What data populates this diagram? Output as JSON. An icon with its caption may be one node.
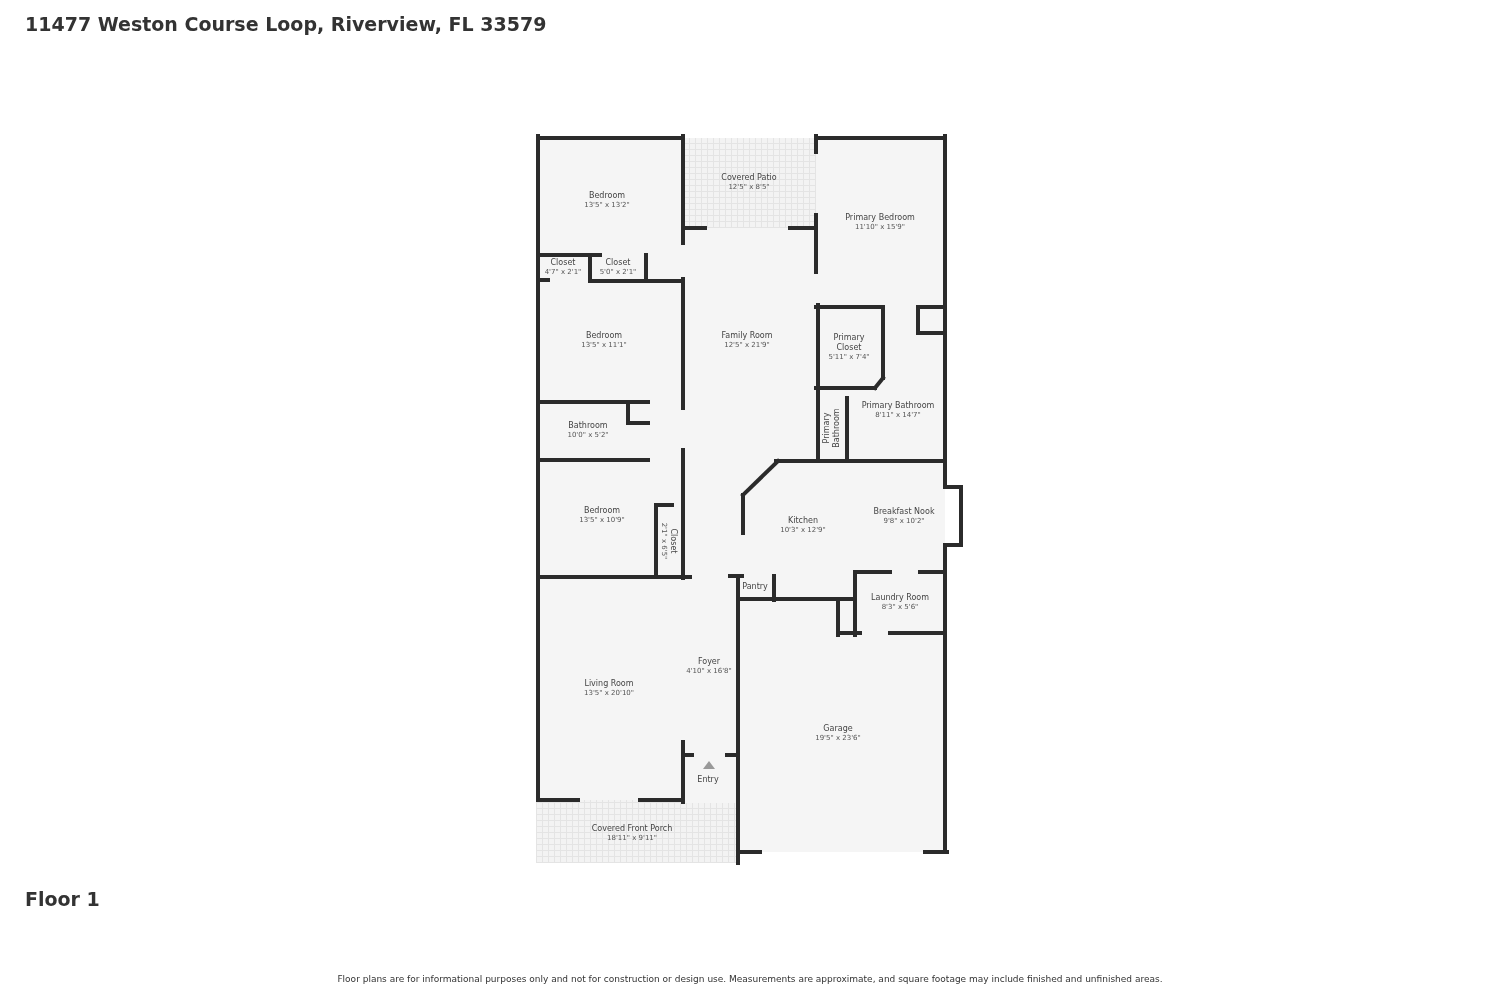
{
  "diagram": {
    "title": "11477 Weston Course Loop, Riverview, FL 33579",
    "nodes": [
      {
        "text": [
          "Bedroom",
          "13'5\" x 13'2\""
        ]
      },
      {
        "text": [
          "Closet",
          "4'7\" x 2'1\""
        ]
      },
      {
        "text": [
          "Closet",
          "5'0\" x 2'1\""
        ]
      },
      {
        "text": [
          "Bedroom",
          "13'5\" x 11'1\""
        ]
      },
      {
        "text": [
          "Covered Patio",
          "12'5\" x 8'5\""
        ]
      },
      {
        "text": [
          "Family Room",
          "12'5\" x 21'9\""
        ]
      },
      {
        "text": [
          "Primary Bedroom",
          "11'10\" x 15'9\""
        ]
      },
      {
        "text": [
          "Primary Closet",
          "5'11\" x 7'4\""
        ]
      },
      {
        "text": [
          "Primary Bathroom"
        ]
      },
      {
        "text": [
          "Primary Bathroom",
          "8'11\" x 14'7\""
        ]
      },
      {
        "text": [
          "Bathroom",
          "10'0\" x 5'2\""
        ]
      },
      {
        "text": [
          "Bedroom",
          "13'5\" x 10'9\""
        ]
      },
      {
        "text": [
          "Closet",
          "2'1\" x 6'5\""
        ]
      },
      {
        "text": [
          "Kitchen",
          "10'3\" x 12'9\""
        ]
      },
      {
        "text": [
          "Breakfast Nook",
          "9'8\" x 10'2\""
        ]
      },
      {
        "text": [
          "Pantry"
        ]
      },
      {
        "text": [
          "Laundry Room",
          "8'3\" x 5'6\""
        ]
      },
      {
        "text": [
          "Foyer",
          "4'10\" x 16'8\""
        ]
      },
      {
        "text": [
          "Living Room",
          "13'5\" x 20'10\""
        ]
      },
      {
        "text": [
          "Entry"
        ]
      },
      {
        "text": [
          "Covered Front Porch",
          "18'11\" x 9'11\""
        ]
      },
      {
        "text": [
          "Garage",
          "19'5\" x 23'6\""
        ]
      }
    ],
    "labels": [
      "Floor 1",
      "Floor plans are for informational purposes only and not for construction or design use. Measurements are approximate, and square footage may include finished and unfinished areas."
    ]
  }
}
